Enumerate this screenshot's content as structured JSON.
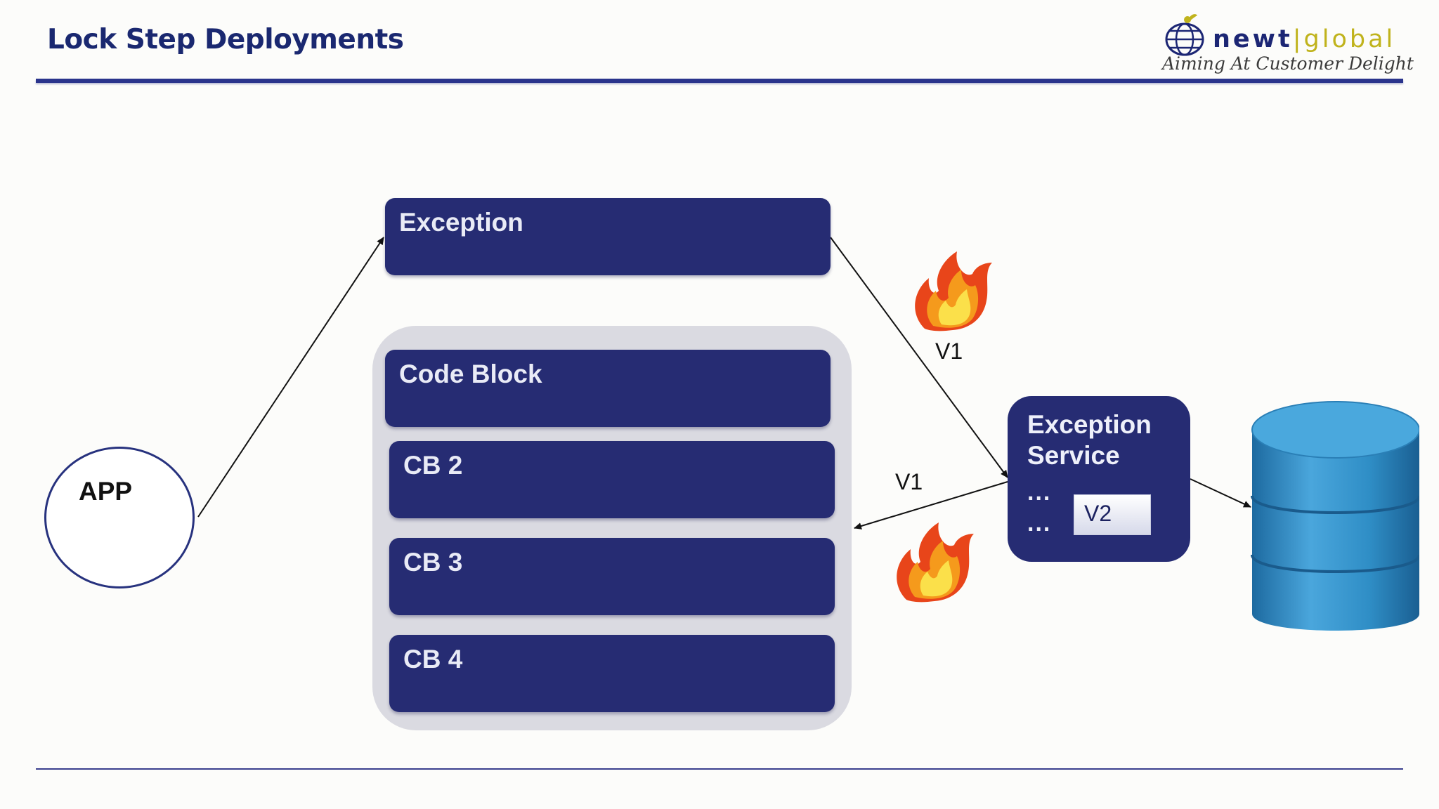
{
  "slide": {
    "title": "Lock Step Deployments"
  },
  "logo": {
    "word_a": "newt",
    "sep": "|",
    "word_b": "global",
    "tagline": "Aiming At Customer Delight"
  },
  "diagram": {
    "app": "APP",
    "exception": "Exception",
    "code_block": "Code Block",
    "cb2": "CB 2",
    "cb3": "CB 3",
    "cb4": "CB 4",
    "exception_service_line1": "Exception",
    "exception_service_line2": "Service",
    "dots1": "...",
    "dots2": "...",
    "v2": "V2",
    "label_v1_top": "V1",
    "label_v1_mid": "V1"
  },
  "colors": {
    "box": "#262c73",
    "group": "#dadae1",
    "accent": "#2a348c",
    "db": "#2f8ec6"
  },
  "icons": [
    "fire-icon",
    "database-icon",
    "globe-icon"
  ]
}
